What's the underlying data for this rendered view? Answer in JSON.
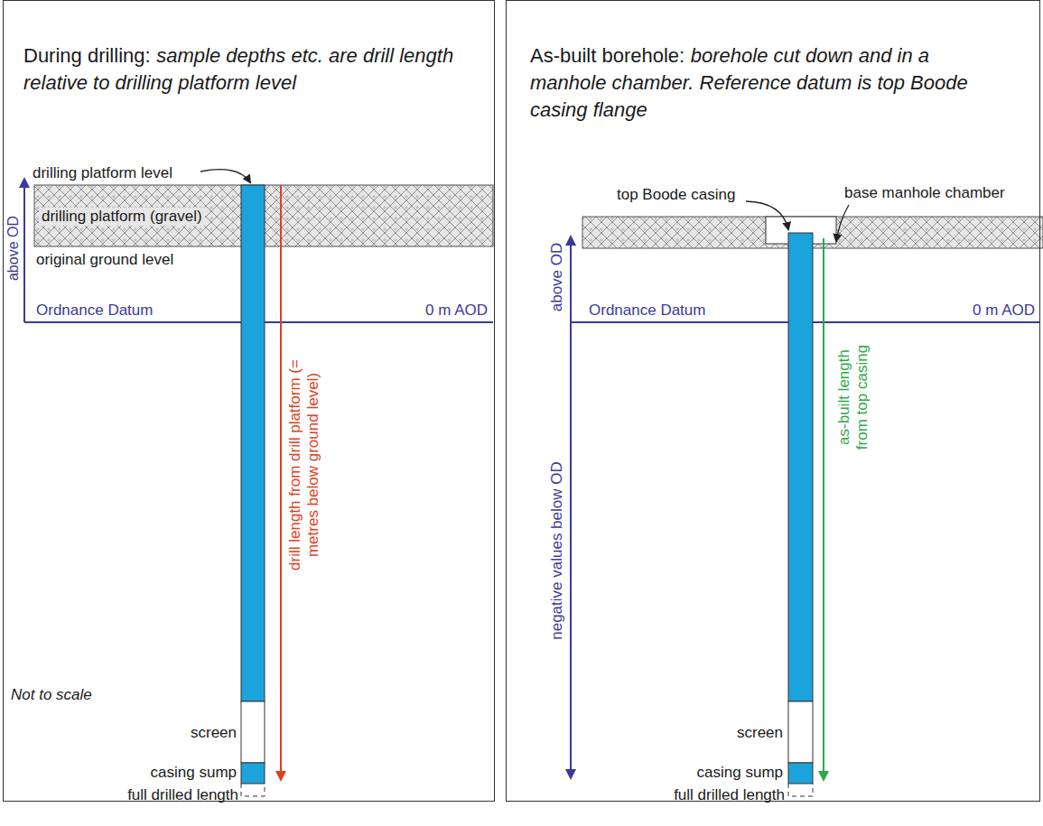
{
  "diagram": {
    "nodes": [
      {
        "text": [
          "During drilling:",
          "sample depths etc. are drill length relative to drilling platform level"
        ]
      },
      {
        "text": [
          "drilling platform (gravel)"
        ],
        "in": 0
      },
      {
        "text": [
          "As-built borehole:",
          "borehole cut down and in a manhole chamber. Reference datum is top Boode casing flange"
        ]
      }
    ],
    "labels": [
      "drilling platform level",
      "original ground level",
      "above OD",
      "Ordnance Datum",
      "0 m AOD",
      "drill length from drill platform (= metres below ground level)",
      "Not to scale",
      "screen",
      "casing sump",
      "full drilled length",
      "top Boode casing",
      "base manhole chamber",
      "above OD",
      "Ordnance Datum",
      "0 m AOD",
      "as-built length from top casing",
      "negative values below OD",
      "screen",
      "casing sump",
      "full drilled length"
    ]
  }
}
